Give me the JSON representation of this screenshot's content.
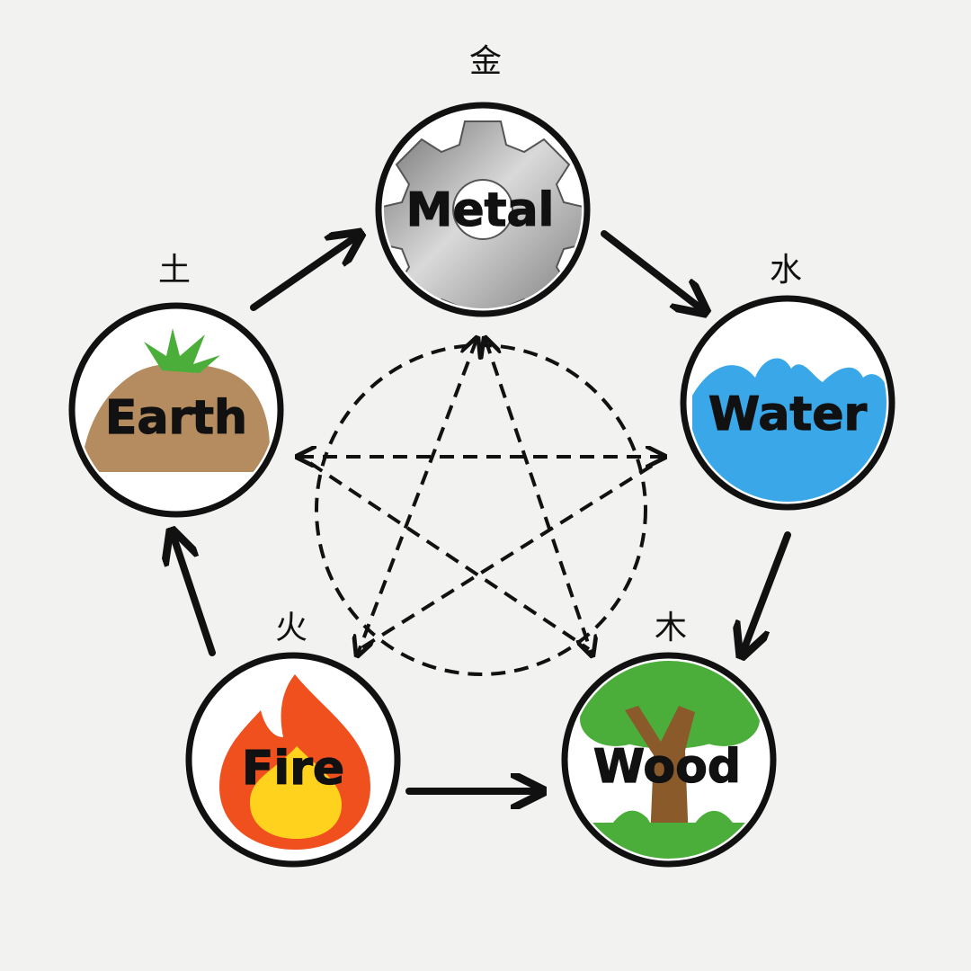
{
  "nodes": [
    {
      "id": "metal",
      "label": "Metal",
      "char": "金",
      "icon": "gear-icon"
    },
    {
      "id": "water",
      "label": "Water",
      "char": "水",
      "icon": "wave-icon"
    },
    {
      "id": "wood",
      "label": "Wood",
      "char": "木",
      "icon": "tree-icon"
    },
    {
      "id": "fire",
      "label": "Fire",
      "char": "火",
      "icon": "flame-icon"
    },
    {
      "id": "earth",
      "label": "Earth",
      "char": "土",
      "icon": "soil-mound-icon"
    }
  ],
  "generating_cycle": [
    [
      "metal",
      "water"
    ],
    [
      "water",
      "wood"
    ],
    [
      "fire",
      "wood"
    ],
    [
      "fire",
      "earth"
    ],
    [
      "earth",
      "metal"
    ]
  ],
  "controlling_star": [
    [
      "metal",
      "fire"
    ],
    [
      "metal",
      "wood"
    ],
    [
      "earth",
      "water"
    ],
    [
      "water",
      "earth"
    ],
    [
      "wood",
      "earth"
    ]
  ],
  "colors": {
    "background": "#f2f2f0",
    "outline": "#111111",
    "metal": "#9a9a9a",
    "water": "#3aa8e8",
    "wood_leaves": "#4cae3a",
    "wood_trunk": "#8a5a2b",
    "fire_outer": "#f0501e",
    "fire_inner": "#ffd21e",
    "earth": "#b48c5f"
  }
}
